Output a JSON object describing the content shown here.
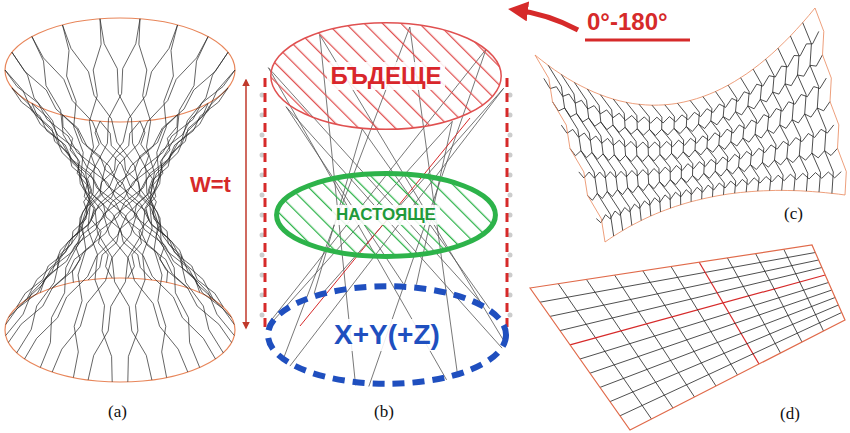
{
  "diagram": {
    "nodes": [
      {
        "text": [
          "БЪДЕЩЕ"
        ]
      },
      {
        "text": [
          "НАСТОЯЩЕ"
        ]
      },
      {
        "text": [
          "X+Y(+Z)"
        ]
      }
    ],
    "labels": [
      "0°-180°",
      "W=t",
      "(a)",
      "(b)",
      "(c)",
      "(d)"
    ]
  }
}
